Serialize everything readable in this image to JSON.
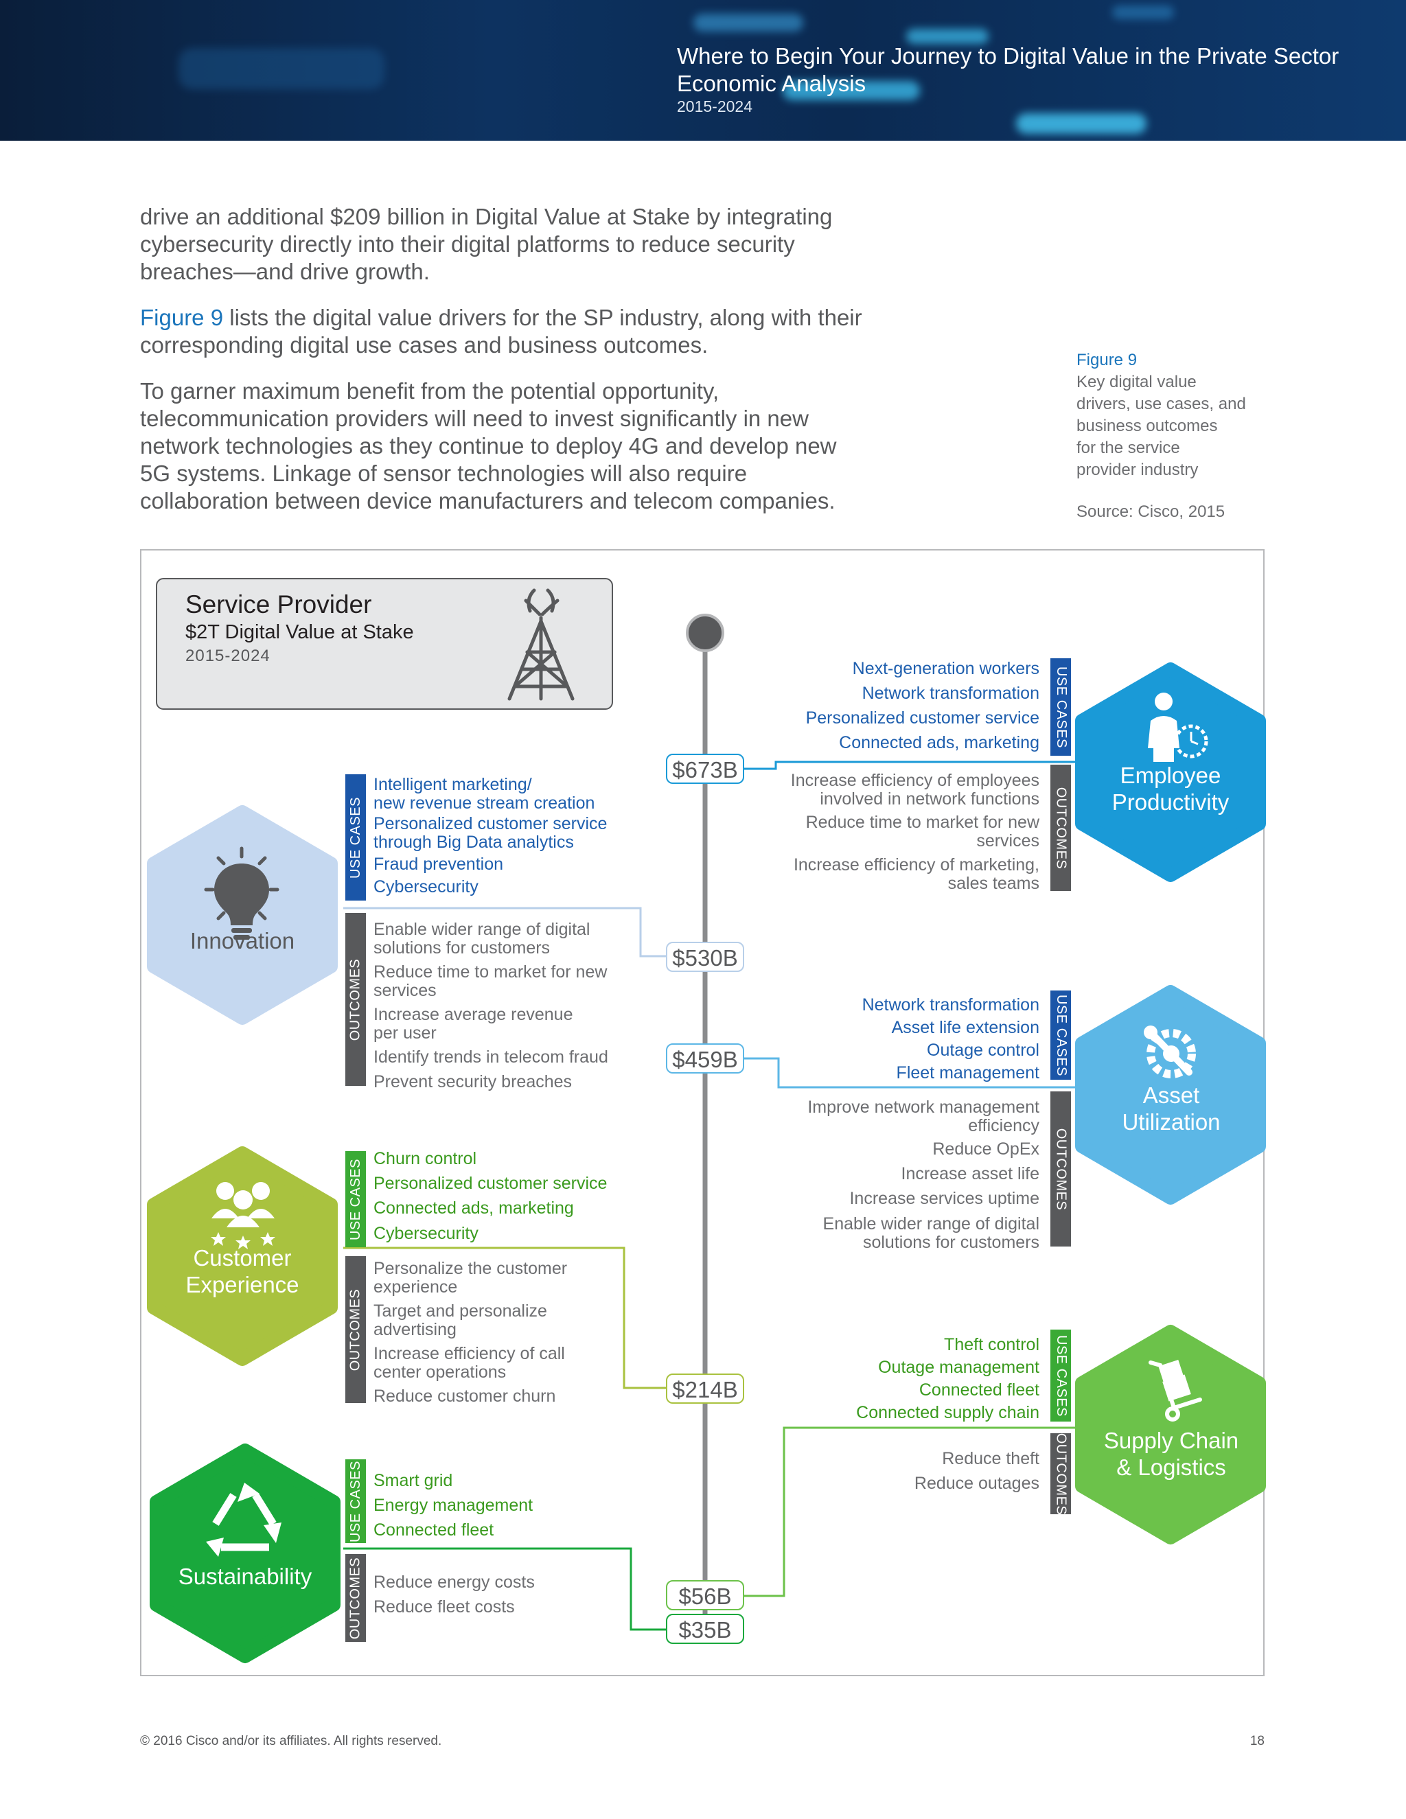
{
  "header": {
    "title_line1": "Where to Begin Your Journey to Digital Value in the Private Sector",
    "title_line2": "Economic Analysis",
    "years": "2015-2024"
  },
  "body": {
    "para1": "drive an additional $209 billion in Digital Value at Stake by integrating cybersecurity directly into their digital platforms to reduce security breaches—and drive growth.",
    "para2_link": "Figure 9",
    "para2_rest": " lists the digital value drivers for the SP industry, along with their corresponding digital use cases and business outcomes.",
    "para3": "To garner maximum benefit from the potential opportunity, telecommunication providers will need to invest significantly in new network technologies as they continue to deploy 4G and develop new 5G systems. Linkage of sensor technologies will also require collaboration between device manufacturers and telecom companies."
  },
  "caption": {
    "label": "Figure 9",
    "text_lines": [
      "Key digital value",
      "drivers, use cases, and",
      "business outcomes",
      "for the service",
      "provider industry"
    ],
    "source": "Source: Cisco, 2015"
  },
  "figure": {
    "title_box": {
      "title": "Service Provider",
      "subtitle": "$2T Digital Value at Stake",
      "years": "2015-2024",
      "icon": "cell-tower-icon"
    },
    "labels": {
      "use_cases": "USE CASES",
      "outcomes": "OUTCOMES"
    },
    "values": [
      "$673B",
      "$530B",
      "$459B",
      "$214B",
      "$56B",
      "$35B"
    ],
    "drivers": {
      "employee": {
        "name": "Employee Productivity",
        "name_lines": [
          "Employee",
          "Productivity"
        ],
        "color": "#1a9ad7",
        "icon": "employee-clock-icon",
        "use_cases": [
          "Next-generation workers",
          "Network transformation",
          "Personalized customer service",
          "Connected ads, marketing"
        ],
        "outcomes": [
          [
            "Increase efficiency of employees",
            "involved in network functions"
          ],
          [
            "Reduce time to market for new",
            "services"
          ],
          [
            "Increase efficiency of marketing,",
            "sales teams"
          ]
        ]
      },
      "innovation": {
        "name": "Innovation",
        "color": "#c5d8f0",
        "icon": "lightbulb-icon",
        "use_cases": [
          [
            "Intelligent marketing/",
            "new revenue stream creation"
          ],
          [
            "Personalized customer service",
            "through Big Data analytics"
          ],
          [
            "Fraud prevention"
          ],
          [
            "Cybersecurity"
          ]
        ],
        "outcomes": [
          [
            "Enable wider range of digital",
            "solutions for customers"
          ],
          [
            "Reduce time to market for new",
            "services"
          ],
          [
            "Increase average revenue",
            "per user"
          ],
          [
            "Identify trends in telecom fraud"
          ],
          [
            "Prevent security breaches"
          ]
        ]
      },
      "asset": {
        "name_lines": [
          "Asset",
          "Utilization"
        ],
        "color": "#5cb7e6",
        "icon": "gear-wrench-icon",
        "use_cases": [
          "Network transformation",
          "Asset life extension",
          "Outage control",
          "Fleet management"
        ],
        "outcomes": [
          [
            "Improve network management",
            "efficiency"
          ],
          [
            "Reduce OpEx"
          ],
          [
            "Increase asset life"
          ],
          [
            "Increase services uptime"
          ],
          [
            "Enable wider range of digital",
            "solutions for customers"
          ]
        ]
      },
      "customer": {
        "name_lines": [
          "Customer",
          "Experience"
        ],
        "color": "#a9c23f",
        "icon": "customer-group-icon",
        "use_cases": [
          "Churn control",
          "Personalized customer service",
          "Connected ads, marketing",
          "Cybersecurity"
        ],
        "outcomes": [
          [
            "Personalize the customer",
            "experience"
          ],
          [
            "Target and personalize",
            "advertising"
          ],
          [
            "Increase efficiency of call",
            "center operations"
          ],
          [
            "Reduce customer churn"
          ]
        ]
      },
      "supply": {
        "name_lines": [
          "Supply Chain",
          "& Logistics"
        ],
        "color": "#6cc24a",
        "icon": "hand-truck-icon",
        "use_cases": [
          "Theft control",
          "Outage management",
          "Connected fleet",
          "Connected supply chain"
        ],
        "outcomes": [
          "Reduce theft",
          "Reduce outages"
        ]
      },
      "sustainability": {
        "name": "Sustainability",
        "color": "#19a83c",
        "icon": "recycle-icon",
        "use_cases": [
          "Smart grid",
          "Energy management",
          "Connected fleet"
        ],
        "outcomes": [
          "Reduce energy costs",
          "Reduce fleet costs"
        ]
      }
    }
  },
  "footer": {
    "copyright": "© 2016 Cisco and/or its affiliates. All rights reserved.",
    "page": "18"
  }
}
